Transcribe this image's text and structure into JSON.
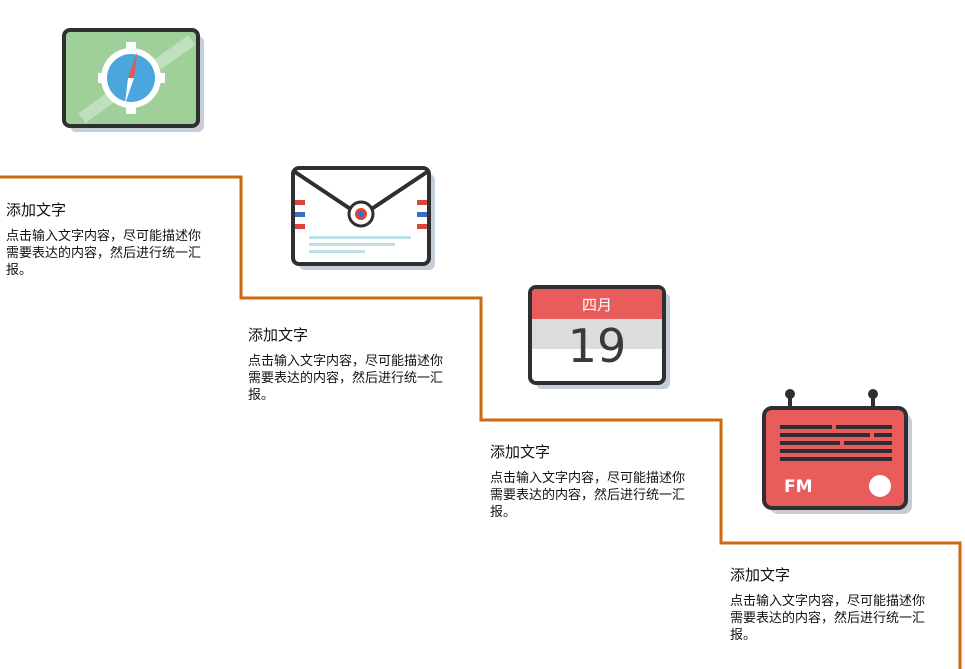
{
  "colors": {
    "line": "#cc6a12",
    "outline": "#2f2f33",
    "shadow": "#c5cdd6",
    "compass_bg": "#9fd09a",
    "compass_face": "#4aa6dc",
    "needle": "#e05a4e",
    "envelope_bg": "#ffffff",
    "envelope_stripe_red": "#d9453c",
    "envelope_stripe_blue": "#3a6ec0",
    "envelope_lines": "#bfe0e6",
    "calendar_header": "#e85c5c",
    "calendar_band": "#dcdcdc",
    "radio_bg": "#e85c5c"
  },
  "icons": [
    "compass-icon",
    "envelope-icon",
    "calendar-icon",
    "radio-icon"
  ],
  "calendar": {
    "month": "四月",
    "day": "19"
  },
  "radio": {
    "label": "FM"
  },
  "steps": [
    {
      "title": "添加文字",
      "body": "点击输入文字内容，尽可能描述你需要表达的内容，然后进行统一汇报。"
    },
    {
      "title": "添加文字",
      "body": "点击输入文字内容，尽可能描述你需要表达的内容，然后进行统一汇报。"
    },
    {
      "title": "添加文字",
      "body": "点击输入文字内容，尽可能描述你需要表达的内容，然后进行统一汇报。"
    },
    {
      "title": "添加文字",
      "body": "点击输入文字内容，尽可能描述你需要表达的内容，然后进行统一汇报。"
    }
  ]
}
